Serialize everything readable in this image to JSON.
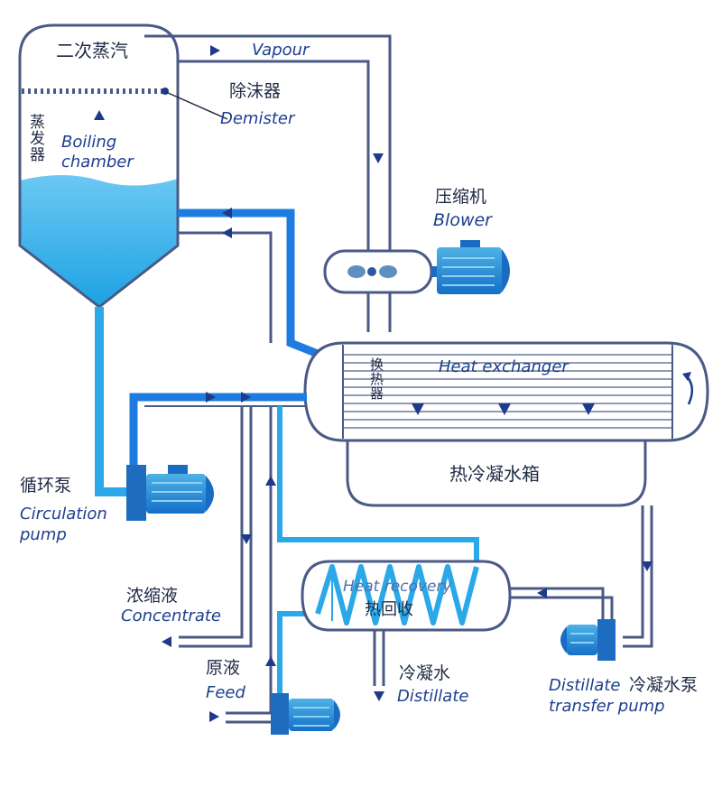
{
  "colors": {
    "outline": "#4a5a86",
    "liquid": "#2aa8e8",
    "pipe_blue": "#1e7be0",
    "arrow": "#1e3a8a",
    "tank_fill": "#ffffff"
  },
  "boiling_chamber": {
    "cn_top": "二次蒸汽",
    "cn_vertical": "蒸发器",
    "en": [
      "Boiling",
      "chamber"
    ]
  },
  "vapour": {
    "en": "Vapour"
  },
  "demister": {
    "cn": "除沫器",
    "en": "Demister"
  },
  "blower": {
    "cn": "压缩机",
    "en": "Blower"
  },
  "heat_exchanger": {
    "en": "Heat exchanger",
    "cn_vertical": "换热器"
  },
  "hot_condensate_tank": {
    "cn": "热冷凝水箱"
  },
  "circulation_pump": {
    "cn": "循环泵",
    "en": [
      "Circulation",
      "pump"
    ]
  },
  "concentrate": {
    "cn": "浓缩液",
    "en": "Concentrate"
  },
  "heat_recovery": {
    "en": "Heat recovery",
    "cn": "热回收"
  },
  "feed": {
    "cn": "原液",
    "en": "Feed"
  },
  "distillate": {
    "cn": "冷凝水",
    "en": "Distillate"
  },
  "distillate_pump": {
    "cn": "冷凝水泵",
    "en": [
      "Distillate",
      "transfer pump"
    ]
  }
}
